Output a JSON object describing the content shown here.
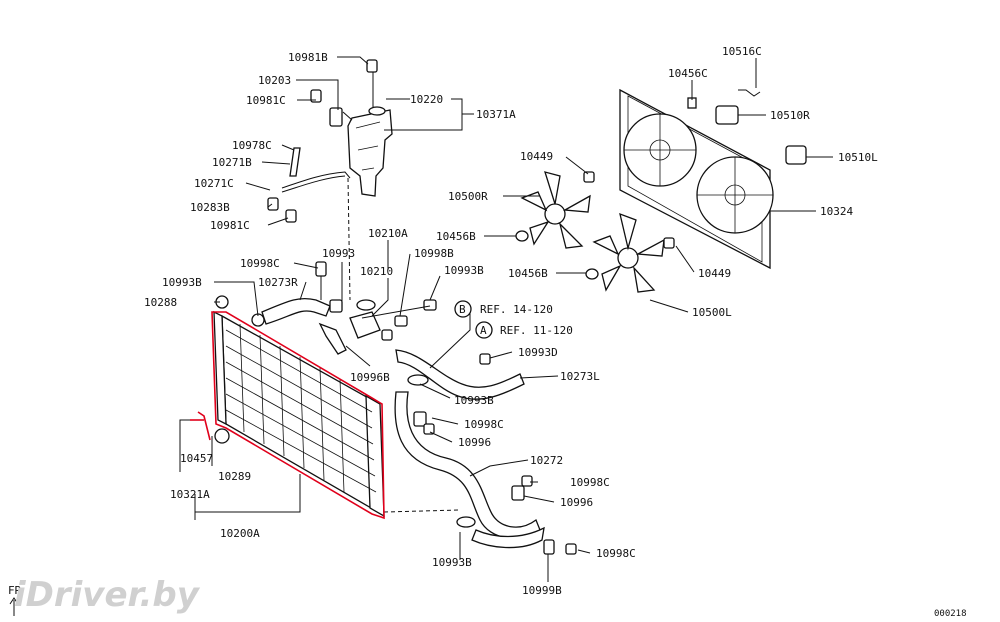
{
  "watermark": "iDriver.by",
  "diagram_code": "000218",
  "direction": "FR",
  "refs": [
    {
      "letter": "B",
      "text": "REF. 14-120"
    },
    {
      "letter": "A",
      "text": "REF. 11-120"
    }
  ],
  "labels": {
    "p10981B": "10981B",
    "p10203": "10203",
    "p10981C_a": "10981C",
    "p10220": "10220",
    "p10371A": "10371A",
    "p10978C": "10978C",
    "p10271B": "10271B",
    "p10271C": "10271C",
    "p10283B": "10283B",
    "p10981C_b": "10981C",
    "p10993": "10993",
    "p10210A": "10210A",
    "p10210": "10210",
    "p10998B": "10998B",
    "p10993B_a": "10993B",
    "p10998C_a": "10998C",
    "p10993B_b": "10993B",
    "p10273R": "10273R",
    "p10288": "10288",
    "p10996B": "10996B",
    "p10993D": "10993D",
    "p10273L": "10273L",
    "p10993B_c": "10993B",
    "p10998C_b": "10998C",
    "p10996_a": "10996",
    "p10272": "10272",
    "p10998C_c": "10998C",
    "p10996_b": "10996",
    "p10998C_d": "10998C",
    "p10993B_d": "10993B",
    "p10999B": "10999B",
    "p10457": "10457",
    "p10289": "10289",
    "p10321A": "10321A",
    "p10200A": "10200A",
    "p10516C": "10516C",
    "p10456C": "10456C",
    "p10510R": "10510R",
    "p10449_a": "10449",
    "p10510L": "10510L",
    "p10500R": "10500R",
    "p10324": "10324",
    "p10456B_a": "10456B",
    "p10456B_b": "10456B",
    "p10449_b": "10449",
    "p10500L": "10500L"
  }
}
